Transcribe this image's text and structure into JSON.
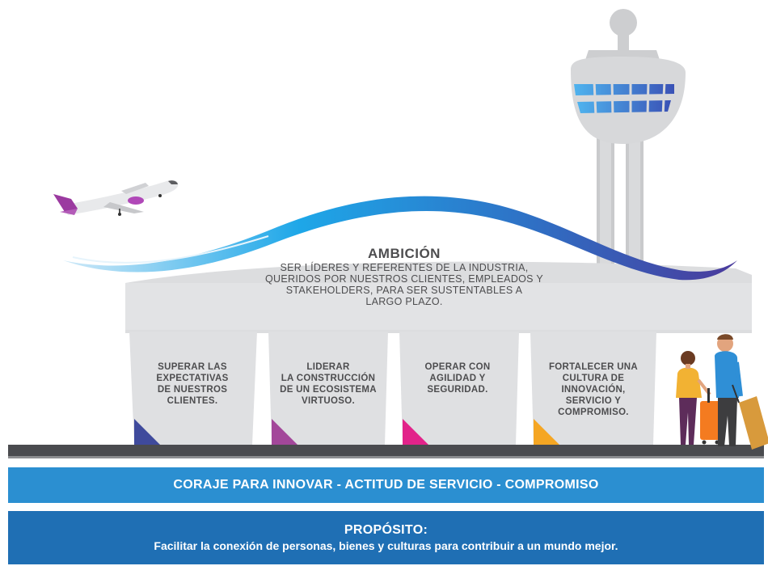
{
  "colors": {
    "values_bar": "#2b8fd1",
    "purpose_bar": "#1f6fb4",
    "pillar_1_accent": "#3f4a9c",
    "pillar_2_accent": "#a3479a",
    "pillar_3_accent": "#e2238a",
    "pillar_4_accent": "#f5a623",
    "building": "#dcdddf",
    "road": "#4a4b4f",
    "wave": "#1e9be0"
  },
  "ambition": {
    "title": "AMBICIÓN",
    "lines": [
      "SER LÍDERES Y REFERENTES DE LA INDUSTRIA,",
      "QUERIDOS POR NUESTROS CLIENTES, EMPLEADOS Y",
      "STAKEHOLDERS, PARA SER SUSTENTABLES A",
      "LARGO PLAZO."
    ]
  },
  "pillars": [
    {
      "lines": [
        "SUPERAR LAS",
        "EXPECTATIVAS",
        "DE NUESTROS",
        "CLIENTES."
      ]
    },
    {
      "lines": [
        "LIDERAR",
        "LA CONSTRUCCIÓN",
        "DE UN ECOSISTEMA",
        "VIRTUOSO."
      ]
    },
    {
      "lines": [
        "OPERAR CON",
        "AGILIDAD Y",
        "SEGURIDAD."
      ]
    },
    {
      "lines": [
        "FORTALECER UNA",
        "CULTURA DE",
        "INNOVACIÓN,",
        "SERVICIO Y",
        "COMPROMISO."
      ]
    }
  ],
  "values": "CORAJE PARA INNOVAR - ACTITUD DE SERVICIO - COMPROMISO",
  "purpose": {
    "title": "PROPÓSITO:",
    "text": "Facilitar la conexión de personas, bienes y culturas para contribuir a un mundo mejor."
  },
  "icons": [
    "airplane-icon",
    "control-tower-icon",
    "travelers-icon"
  ]
}
